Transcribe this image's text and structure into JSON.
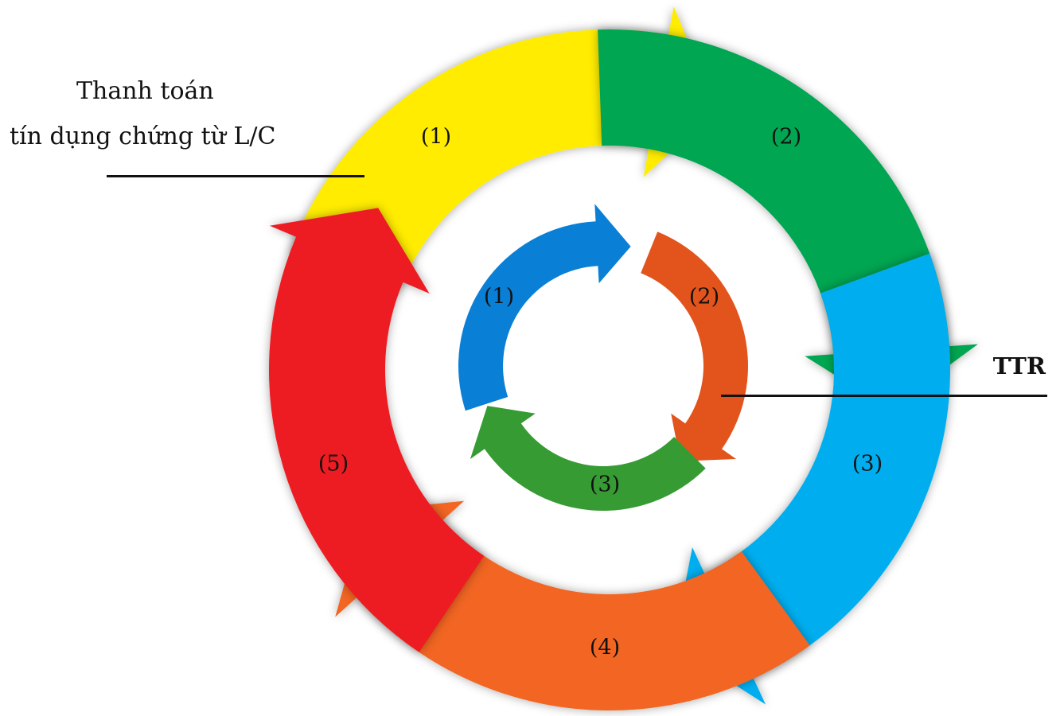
{
  "callouts": {
    "lc": {
      "line1": "Thanh toán",
      "line2": "tín dụng chứng từ L/C"
    },
    "ttr": {
      "label": "TTR"
    }
  },
  "outer_cycle": {
    "segments": [
      {
        "label": "(1)",
        "color": "#ffec00"
      },
      {
        "label": "(2)",
        "color": "#00a651"
      },
      {
        "label": "(3)",
        "color": "#00aeef"
      },
      {
        "label": "(4)",
        "color": "#f26522"
      },
      {
        "label": "(5)",
        "color": "#ed1c24"
      }
    ]
  },
  "inner_cycle": {
    "segments": [
      {
        "label": "(1)",
        "color": "#0a7fd6"
      },
      {
        "label": "(2)",
        "color": "#e2541c"
      },
      {
        "label": "(3)",
        "color": "#379b34"
      }
    ]
  }
}
